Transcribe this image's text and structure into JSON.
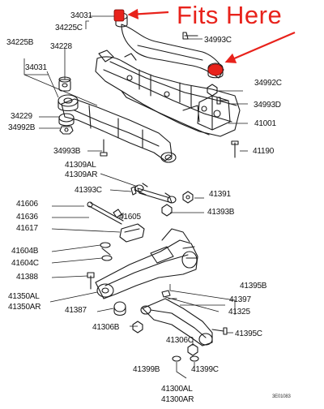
{
  "annotation": {
    "text": "Fits Here",
    "color": "#e8221b"
  },
  "labels": {
    "l34031_top": "34031",
    "l34225C": "34225C",
    "l34225B": "34225B",
    "l34228": "34228",
    "l34031_left": "34031",
    "l34993C": "34993C",
    "l34992C": "34992C",
    "l34993D": "34993D",
    "l41001": "41001",
    "l34229": "34229",
    "l34992B": "34992B",
    "l34993B": "34993B",
    "l41190": "41190",
    "l41309AL": "41309AL",
    "l41309AR": "41309AR",
    "l41393C": "41393C",
    "l41391": "41391",
    "l41606": "41606",
    "l41605": "41605",
    "l41393B": "41393B",
    "l41636": "41636",
    "l41617": "41617",
    "l41604B": "41604B",
    "l41604C": "41604C",
    "l41388": "41388",
    "l41395B": "41395B",
    "l41350AL": "41350AL",
    "l41350AR": "41350AR",
    "l41397": "41397",
    "l41387": "41387",
    "l41325": "41325",
    "l41306B": "41306B",
    "l41395C": "41395C",
    "l41306C": "41306C",
    "l41399B": "41399B",
    "l41399C": "41399C",
    "l41300AL": "41300AL",
    "l41300AR": "41300AR",
    "code": "3E01083"
  }
}
